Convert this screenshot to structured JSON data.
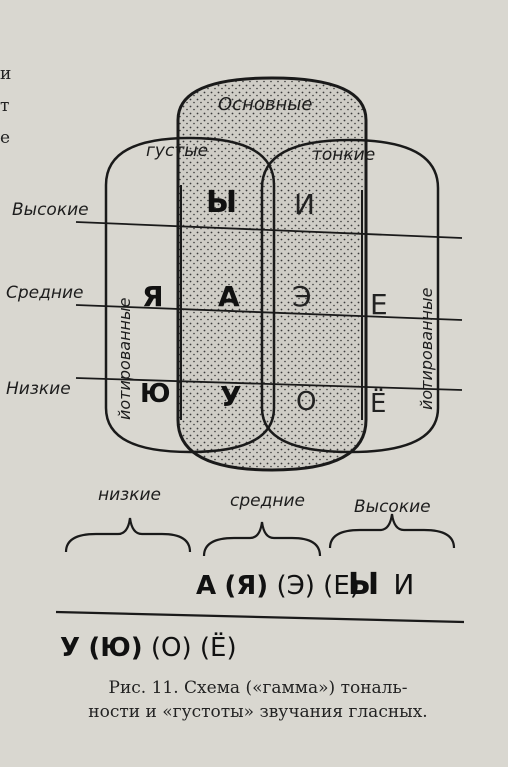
{
  "regions": {
    "osnovnye": "Основные",
    "gustye": "густые",
    "tonkie": "тонкие",
    "iotirovannye_left": "йотированные",
    "iotirovannye_right": "йотированные"
  },
  "rows": {
    "vysokie": "Высокие",
    "srednie": "Средние",
    "nizkie": "Низкие"
  },
  "vowels": {
    "high": [
      "Ы",
      "И"
    ],
    "mid": [
      "Я",
      "А",
      "Э",
      "Е"
    ],
    "low": [
      "Ю",
      "У",
      "О",
      "Ё"
    ]
  },
  "scale": {
    "nizkie": "низкие",
    "srednie": "средние",
    "vysokie": "Высокие",
    "upper_row": [
      "А",
      "(Я)",
      "(Э)",
      "(Е)",
      "Ы",
      "И"
    ],
    "lower_row": [
      "У",
      "(Ю)",
      "(О)",
      "(Ё)"
    ]
  },
  "caption": {
    "line1": "Рис. 11. Схема («гамма») тональ-",
    "line2": "ности и «густоты» звучания гласных."
  },
  "margin_chars": [
    "и",
    "т",
    "е"
  ]
}
